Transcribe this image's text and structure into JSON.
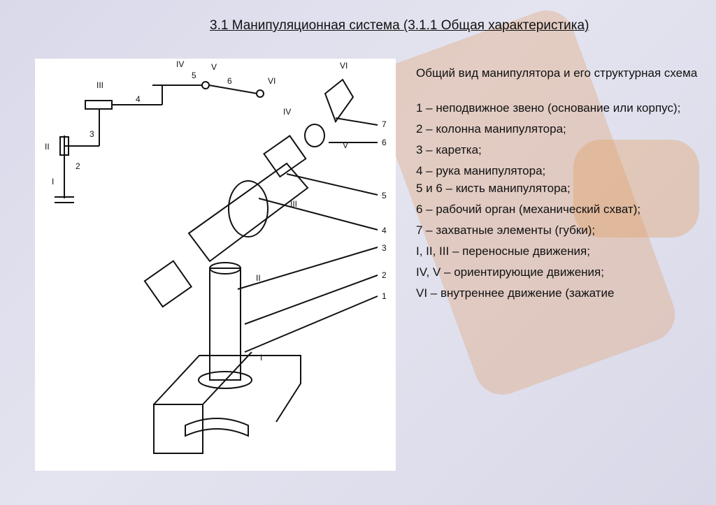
{
  "title": "3.1 Манипуляционная система (3.1.1 Общая характеристика)",
  "intro": "Общий вид манипулятора и его структурная схема",
  "items": [
    "1 – неподвижное звено (основание или корпус);",
    "2 – колонна манипулятора;",
    "3 – каретка;",
    "4 – рука манипулятора;\n5 и 6 – кисть манипулятора;",
    "6 – рабочий орган (механический схват);",
    "7 – захватные элементы (губки);",
    "I, II, III – переносные движения;",
    "IV, V – ориентирующие движения;",
    "VI – внутреннее движение (зажатие"
  ],
  "figure": {
    "schema_labels": [
      "IV",
      "5",
      "V",
      "6",
      "VI",
      "III",
      "4",
      "3",
      "II",
      "2",
      "I"
    ],
    "callouts": [
      "7",
      "6",
      "5",
      "4",
      "3",
      "2",
      "1"
    ],
    "motion_labels": [
      "VI",
      "IV",
      "V",
      "III",
      "II",
      "I"
    ]
  }
}
